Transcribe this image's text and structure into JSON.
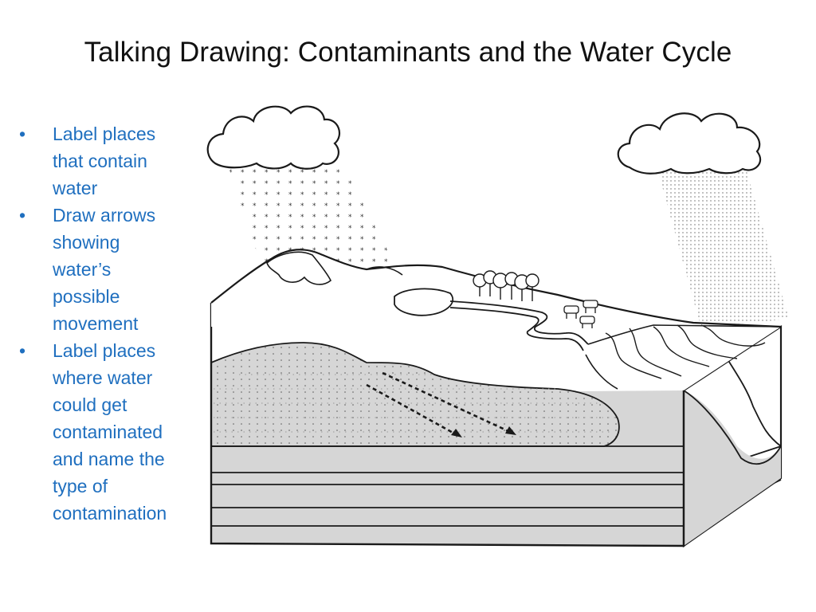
{
  "slide": {
    "title": "Talking Drawing: Contaminants and the Water Cycle"
  },
  "instructions": [
    {
      "lines": [
        "Label places",
        "that contain",
        "water"
      ]
    },
    {
      "lines": [
        "Draw arrows",
        "showing",
        "water’s",
        "possible",
        "movement"
      ]
    },
    {
      "lines": [
        "Label places",
        "where water",
        "could get",
        "contaminated",
        "and name the",
        "type of",
        "contamination"
      ]
    }
  ],
  "colors": {
    "bullet_text": "#1f6fbf",
    "outline": "#1a1a1a",
    "rock": "#d6d6d6"
  },
  "icons": {
    "left_cloud": "cloud-snow-icon",
    "right_cloud": "cloud-rain-icon",
    "trees": "tree-cluster-icon",
    "animals": "cattle-icon"
  }
}
